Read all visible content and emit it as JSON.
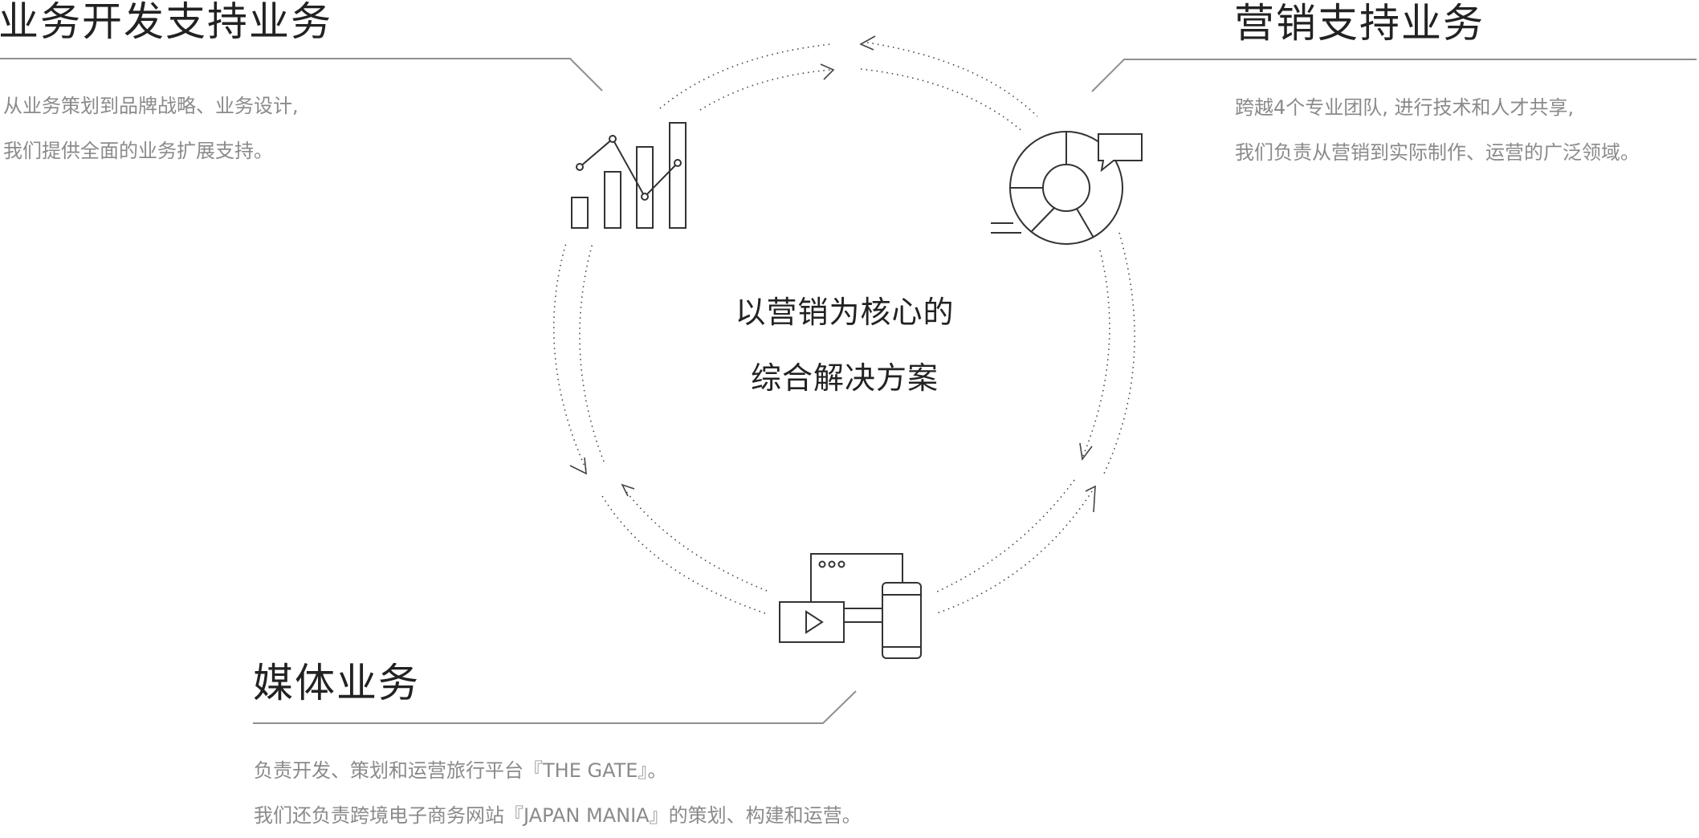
{
  "center": {
    "line1": "以营销为核心的",
    "line2": "综合解决方案"
  },
  "blocks": {
    "business": {
      "title": "业务开发支持业务",
      "lines": [
        "从业务策划到品牌战略、业务设计,",
        "我们提供全面的业务扩展支持。"
      ]
    },
    "marketing": {
      "title": "营销支持业务",
      "lines": [
        "跨越4个专业团队, 进行技术和人才共享,",
        "我们负责从营销到实际制作、运营的广泛领域。"
      ]
    },
    "media": {
      "title": "媒体业务",
      "lines": [
        "负责开发、策划和运营旅行平台『THE GATE』。",
        "我们还负责跨境电子商务网站『JAPAN MANIA』的策划、构建和运营。"
      ]
    }
  },
  "icons": {
    "business": "bar-line-chart-icon",
    "marketing": "pie-chart-speech-icon",
    "media": "browser-video-phone-icon"
  },
  "colors": {
    "text": "#222222",
    "description": "#8a8a8a",
    "rule": "#8f8f8f",
    "cycle": "#444444"
  }
}
